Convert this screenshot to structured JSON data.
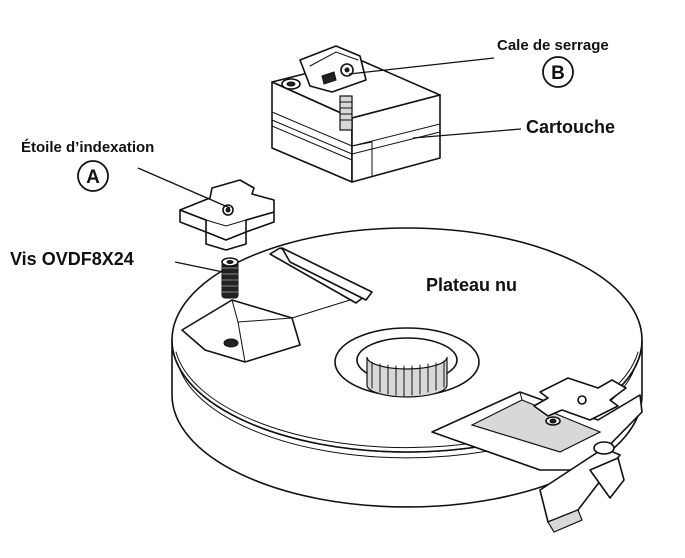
{
  "labels": {
    "cale": "Cale de serrage",
    "b": "B",
    "cartouche": "Cartouche",
    "etoile": "Étoile d’indexation",
    "a": "A",
    "vis": "Vis OVDF8X24",
    "plateau": "Plateau nu"
  },
  "colors": {
    "ink": "#111111",
    "fill": "#ffffff",
    "shade": "#d8d8d8"
  }
}
